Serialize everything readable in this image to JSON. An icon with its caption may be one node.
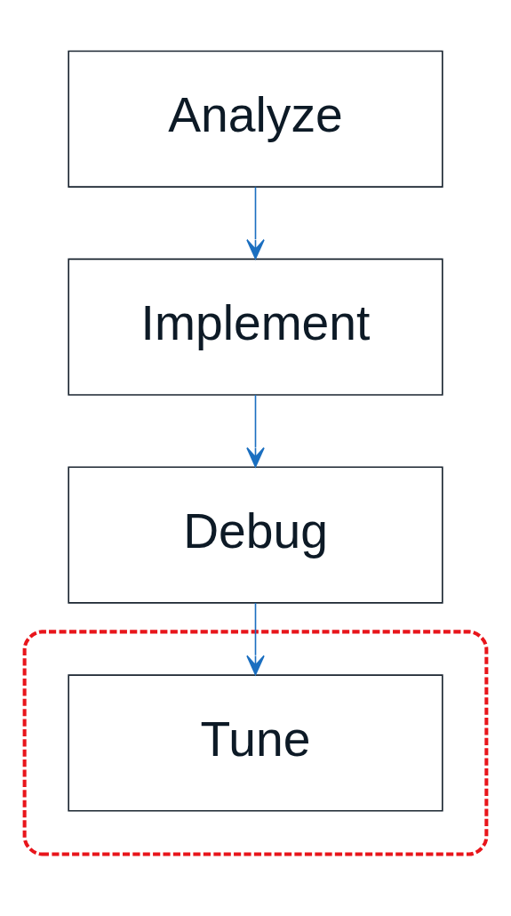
{
  "diagram": {
    "nodes": [
      {
        "text": [
          "Analyze"
        ]
      },
      {
        "text": [
          "Implement"
        ]
      },
      {
        "text": [
          "Debug"
        ]
      },
      {
        "text": [],
        "shape": "ellipse"
      },
      {
        "text": [
          "Tune"
        ],
        "in": 3
      }
    ],
    "edges": [
      {
        "from": 0,
        "to": 1,
        "arrow": "to"
      },
      {
        "from": 1,
        "to": 2,
        "arrow": "to"
      },
      {
        "from": 2,
        "to": 4,
        "arrow": "to"
      }
    ]
  }
}
